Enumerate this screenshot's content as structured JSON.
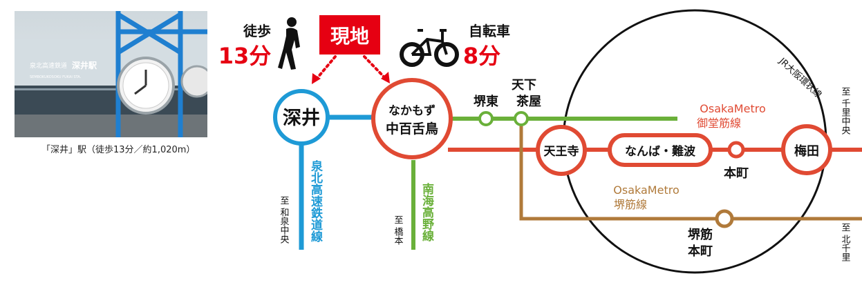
{
  "photo": {
    "sign_main": "泉北高速鉄道",
    "sign_station": "深井駅",
    "sign_romaji": "SEMBOKUKOSOKU FUKAI STA.",
    "caption": "「深井」駅（徒歩13分／約1,020m）"
  },
  "access": {
    "genchi": "現地",
    "walk_label": "徒歩",
    "walk_time": "13分",
    "bike_label": "自転車",
    "bike_time": "8分"
  },
  "stations": {
    "fukai": "深井",
    "nakamozu_1": "なかもず",
    "nakamozu_2": "中百舌鳥",
    "sakaihigashi": "堺東",
    "tengachaya_1": "天下",
    "tengachaya_2": "茶屋",
    "tennoji": "天王寺",
    "namba": "なんば・難波",
    "honmachi": "本町",
    "umeda": "梅田",
    "sakaisuji_honmachi_1": "堺筋",
    "sakaisuji_honmachi_2": "本町"
  },
  "lines": {
    "semboku": "泉北高速鉄道線",
    "nankai": "南海高野線",
    "midosuji_1": "OsakaMetro",
    "midosuji_2": "御堂筋線",
    "sakaisuji_1": "OsakaMetro",
    "sakaisuji_2": "堺筋線",
    "loop": "JR大阪環状線"
  },
  "destinations": {
    "izumi_chuo": "至 和泉中央",
    "hashimoto": "至 橋本",
    "senri_chuo": "至 千里中央",
    "kita_senri": "至 北千里"
  },
  "colors": {
    "semboku": "#1e9ad6",
    "nankai_green": "#6ab03a",
    "midosuji_red": "#e04a33",
    "sakaisuji_brown": "#b07a3a",
    "genchi_red": "#e60012",
    "time_red": "#e60012"
  }
}
